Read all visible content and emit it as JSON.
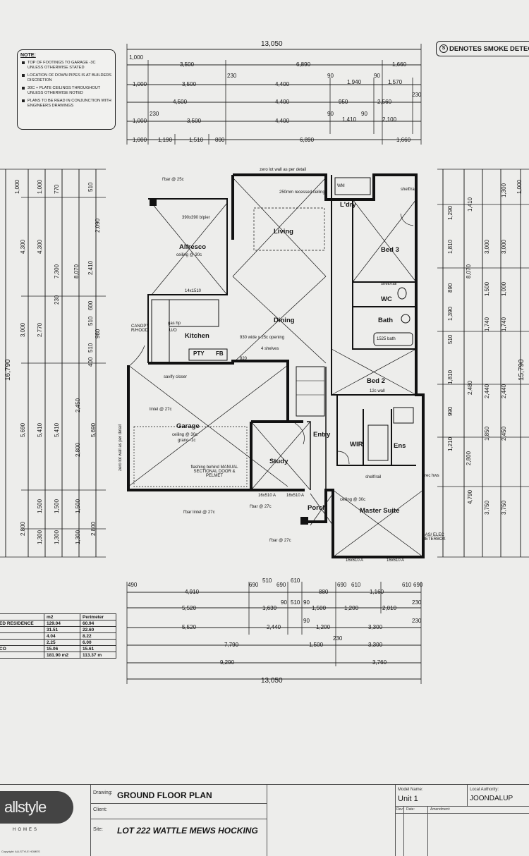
{
  "notes": {
    "title": "NOTE:",
    "items": [
      "TOP OF FOOTINGS TO GARAGE -3c UNLESS OTHERWISE STATED",
      "LOCATION OF DOWN PIPES IS AT BUILDERS DISCRETION",
      "30c + PLATE CEILINGS THROUGHOUT UNLESS OTHERWISE NOTED",
      "PLANS TO BE READ IN CONJUNCTION WITH ENGINEERS DRAWINGS"
    ]
  },
  "legend": {
    "symbol": "S",
    "text": "DENOTES SMOKE DETEC"
  },
  "dims_top": {
    "overall": "13,050",
    "r1": [
      "1,000",
      "3,500",
      "6,890",
      "1,660"
    ],
    "r2": [
      "1,000",
      "3,500",
      "4,400",
      "1,940",
      "1,570",
      "230",
      "90",
      "90"
    ],
    "r3": [
      "4,500",
      "4,400",
      "950",
      "2,560",
      "230"
    ],
    "r4": [
      "1,000",
      "3,500",
      "4,400",
      "1,410",
      "2,100",
      "230",
      "90",
      "90"
    ],
    "r5": [
      "1,000",
      "1,190",
      "1,510",
      "800",
      "6,890",
      "1,660"
    ]
  },
  "dims_bottom": {
    "r1": [
      "490",
      "4,910",
      "690",
      "510",
      "690",
      "610",
      "880",
      "690",
      "610",
      "1,160",
      "610",
      "690"
    ],
    "r2": [
      "5,520",
      "1,630",
      "90",
      "510",
      "90",
      "1,500",
      "1,200",
      "2,010",
      "230"
    ],
    "r3": [
      "5,520",
      "2,440",
      "90",
      "1,200",
      "3,300",
      "230"
    ],
    "r4": [
      "7,790",
      "1,500",
      "3,300",
      "230"
    ],
    "r5": [
      "9,290",
      "3,760"
    ],
    "overall": "13,050"
  },
  "dims_left": {
    "overall": "16,790",
    "a": [
      "1,000",
      "4,300",
      "3,000",
      "5,690",
      "2,800"
    ],
    "b": [
      "1,000",
      "4,300",
      "2,770",
      "5,410",
      "1,500",
      "1,300"
    ],
    "c": [
      "770",
      "7,300",
      "230",
      "5,410",
      "1,500",
      "1,300"
    ],
    "d": [
      "510",
      "2,090",
      "2,410",
      "600",
      "510",
      "980",
      "510",
      "400",
      "2,450",
      "2,800",
      "1,500",
      "1,300"
    ],
    "e": [
      "8,070",
      "5,690",
      "2,800"
    ]
  },
  "dims_right": {
    "overall": "15,790",
    "a": [
      "1,000",
      "1,290",
      "1,810",
      "890",
      "1,390",
      "510",
      "1,810",
      "990",
      "1,210",
      "2,800"
    ],
    "b": [
      "1,410",
      "3,000",
      "1,500",
      "1,740",
      "2,480",
      "2,440",
      "1,850",
      "3,750"
    ],
    "c": [
      "1,300",
      "3,000",
      "1,000",
      "1,740",
      "2,440",
      "2,450",
      "3,750",
      "4,790",
      "8,070"
    ]
  },
  "rooms": {
    "alfresco": "Alfresco",
    "alfresco_ceiling": "ceiling @ 30c",
    "living": "Living",
    "living_note": "250mm recessed ceiling",
    "dining": "Dining",
    "kitchen": "Kitchen",
    "garage": "Garage",
    "garage_ceiling": "ceiling @ 30c",
    "garage_grano": "grano -1c",
    "study": "Study",
    "entry": "Entry",
    "porch": "Porch",
    "master": "Master Suite",
    "master_ceiling": "ceiling @ 30c",
    "wir": "WIR",
    "ens": "Ens",
    "bed2": "Bed 2",
    "bed3": "Bed 3",
    "wc": "WC",
    "bath": "Bath",
    "ldry": "L'dry",
    "wm": "WM"
  },
  "annotations": {
    "zero_lot_top": "zero lot wall as per detail",
    "zero_lot_side": "zero lot wall as per detail",
    "fbar_top": "f'bar @ 25c",
    "pier": "390x390 b/pier",
    "opening": "930 wide x 25c opening",
    "shelves": "4 shelves",
    "savify": "savify closer",
    "lintel": "lintel @ 27c",
    "flashing": "flashing behind MANUAL SECTIONAL DOOR & PELMET",
    "fbar_lintel": "f'bar lintel @ 27c",
    "fbar_porch": "f'bar @ 27c",
    "fbar_porch2": "f'bar @ 27c",
    "shelf_rail1": "shelf/rail",
    "shelf_rail2": "shelf/rail",
    "shelf_rail3": "shelf/rail",
    "wall_12c": "12c wall",
    "gas_hp": "gas hp",
    "canopy": "CANOPY R/HOOD",
    "uo": "U/O",
    "pty": "PTY",
    "fb": "FB",
    "rec_hws": "rec hws",
    "gas_meter": "GAS/ ELEC METERBOX",
    "bath_size": "1525 bath",
    "w14x1510": "14x1510",
    "w16x510a": "16x510 A",
    "w16x510a2": "16x510 A",
    "w16x610a": "16x610 A",
    "w16x610a2": "16x610 A",
    "w820": "820"
  },
  "area_table": {
    "headers": [
      "",
      "m2",
      "Perimeter"
    ],
    "rows": [
      [
        "ED RESIDENCE",
        "129.04",
        "60.94"
      ],
      [
        "",
        "31.51",
        "22.60"
      ],
      [
        "",
        "4.04",
        "8.22"
      ],
      [
        "",
        "2.25",
        "6.00"
      ],
      [
        "CO",
        "15.06",
        "15.61"
      ],
      [
        "",
        "181.90 m2",
        "113.37 m"
      ]
    ]
  },
  "titleblock": {
    "drawing_label": "Drawing:",
    "drawing": "GROUND FLOOR PLAN",
    "client_label": "Client:",
    "site_label": "Site:",
    "site": "LOT 222 WATTLE MEWS HOCKING",
    "model_label": "Model Name:",
    "model": "Unit 1",
    "authority_label": "Local Authority:",
    "authority": "JOONDALUP",
    "rev_label": "Rev:",
    "date_label": "Date:",
    "amend_label": "Amendment:",
    "logo": "allstyle",
    "logo_sub": "HOMES",
    "copyright": "Copyright: ALLSTYLE HOMES"
  }
}
